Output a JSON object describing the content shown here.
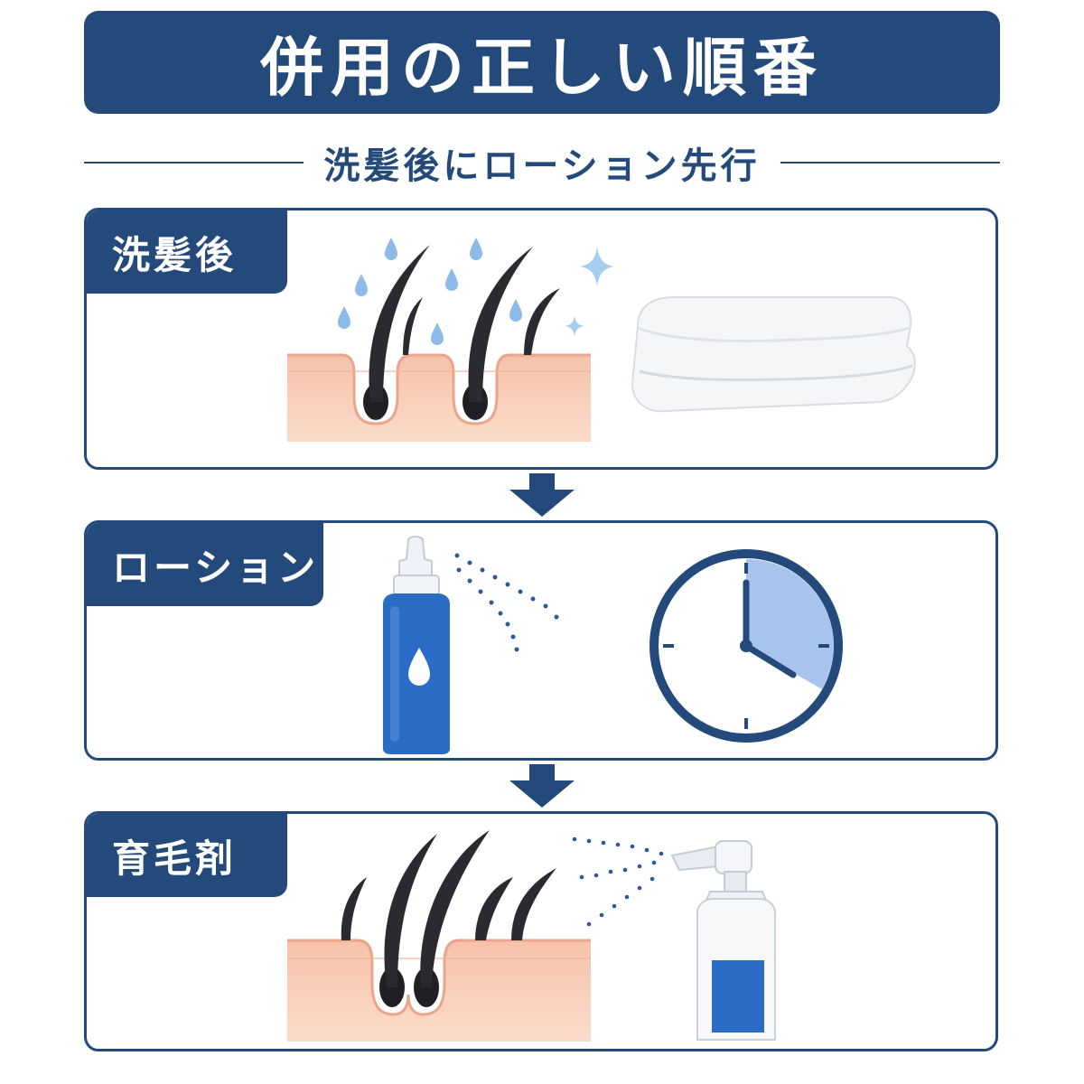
{
  "title": "併用の正しい順番",
  "subtitle": "洗髪後にローション先行",
  "steps": [
    {
      "label": "洗髪後",
      "icons": [
        "wet-scalp-hair-icon",
        "water-drop-icon",
        "sparkle-icon",
        "towel-icon"
      ]
    },
    {
      "label": "ローション",
      "icons": [
        "lotion-bottle-icon",
        "spray-dots-icon",
        "clock-icon"
      ]
    },
    {
      "label": "育毛剤",
      "icons": [
        "scalp-hair-icon",
        "spray-dots-icon",
        "spray-bottle-icon"
      ]
    }
  ],
  "colors": {
    "navy": "#234a7b",
    "skin": "#f8c9b5",
    "water": "#7fb2e5",
    "bottle_blue": "#2b6cc7",
    "clock_fill": "#a9c4ec"
  }
}
